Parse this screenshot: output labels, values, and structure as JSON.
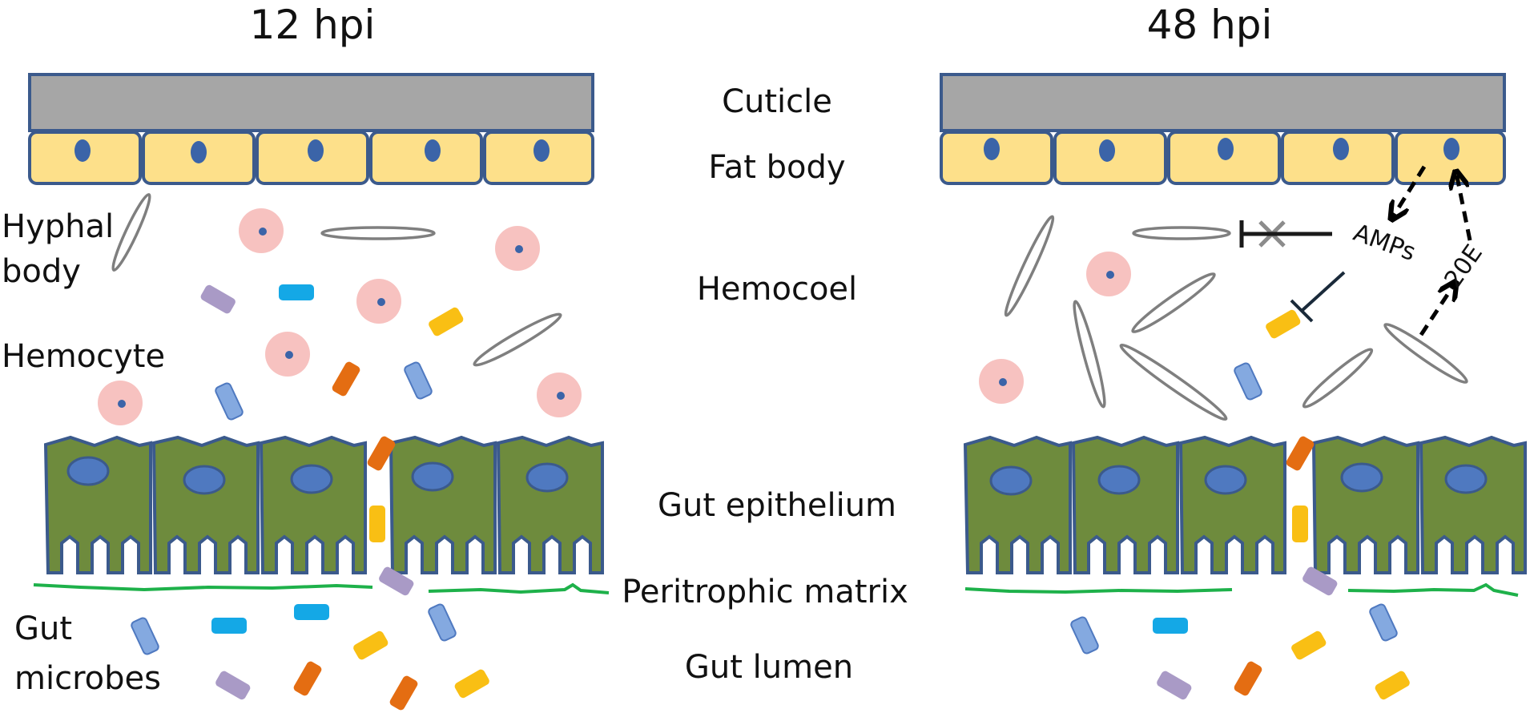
{
  "panels": {
    "left_title": "12 hpi",
    "right_title": "48 hpi"
  },
  "center_labels": {
    "cuticle": "Cuticle",
    "fat_body": "Fat body",
    "hemocoel": "Hemocoel",
    "gut_epithelium": "Gut epithelium",
    "peritrophic_matrix": "Peritrophic matrix",
    "gut_lumen": "Gut lumen"
  },
  "left_labels": {
    "hyphal_1": "Hyphal",
    "hyphal_2": "body",
    "hemocyte": "Hemocyte",
    "microbes_1": "Gut",
    "microbes_2": "microbes"
  },
  "right_annotations": {
    "amps": "AMPs",
    "ecdysone": "20E"
  },
  "colors": {
    "cuticle": "#a6a6a6",
    "fat_body": "#fde08a",
    "border": "#3b5a8c",
    "nucleus": "#3b64a8",
    "hemocyte": "#f7c2c0",
    "gut_cell": "#6e8b3d",
    "gut_nucleus": "#4f79c0",
    "peritrophic": "#1eb14a",
    "hypha": "#7f7f7f",
    "microbe_orange": "#e46d12",
    "microbe_yellow": "#f9bf14",
    "microbe_purple": "#a99ac6",
    "microbe_cyan": "#14a8e6",
    "microbe_blue": "#84a9e0"
  },
  "icons": [
    "inhibition-arrow-icon",
    "dashed-arrow-icon",
    "cross-icon"
  ]
}
